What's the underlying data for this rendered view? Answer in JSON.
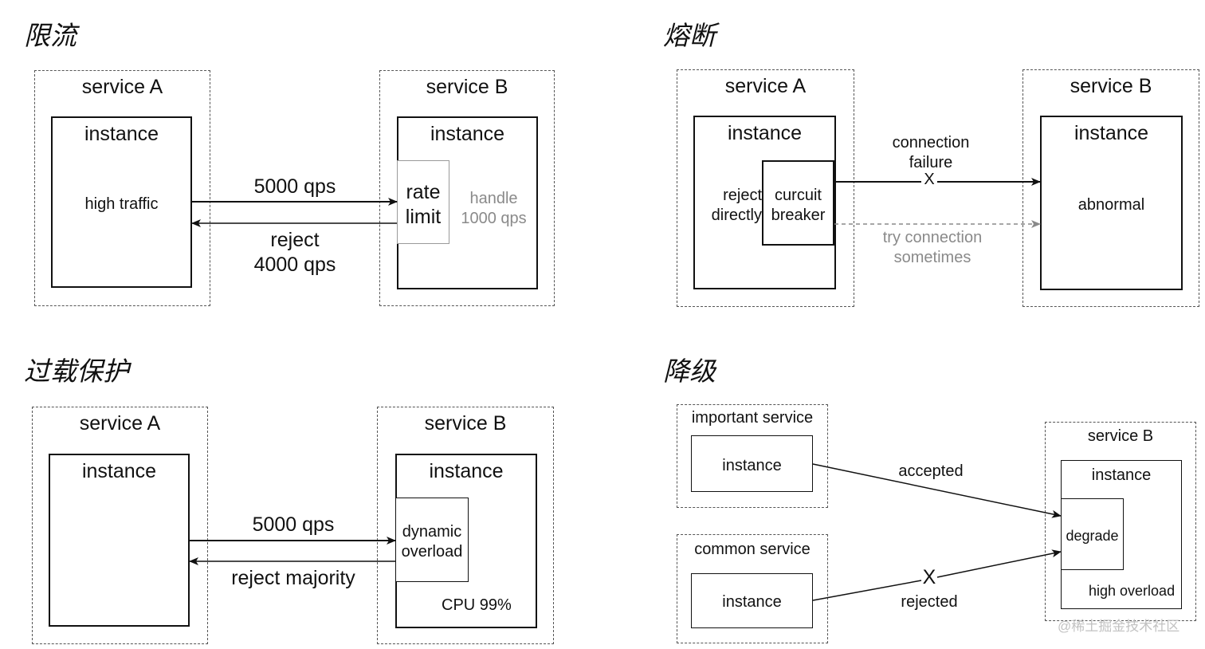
{
  "panels": {
    "rate_limit": {
      "title": "限流",
      "service_a": "service A",
      "instance_a": "instance",
      "high_traffic": "high traffic",
      "service_b": "service B",
      "instance_b": "instance",
      "rate_limit_box": "rate\nlimit",
      "handle": "handle\n1000 qps",
      "request_rate": "5000 qps",
      "reject": "reject\n4000 qps"
    },
    "circuit_breaker": {
      "title": "熔断",
      "service_a": "service A",
      "instance_a": "instance",
      "reject_directly": "reject\ndirectly",
      "breaker": "curcuit\nbreaker",
      "service_b": "service B",
      "instance_b": "instance",
      "abnormal": "abnormal",
      "connection_failure": "connection\nfailure",
      "fail_mark": "X",
      "try_connection": "try connection\nsometimes"
    },
    "overload_protection": {
      "title": "过载保护",
      "service_a": "service A",
      "instance_a": "instance",
      "service_b": "service B",
      "instance_b": "instance",
      "dynamic_overload": "dynamic\noverload",
      "cpu": "CPU 99%",
      "request_rate": "5000 qps",
      "reject": "reject majority"
    },
    "degradation": {
      "title": "降级",
      "important_service": "important service",
      "important_instance": "instance",
      "common_service": "common service",
      "common_instance": "instance",
      "service_b": "service B",
      "instance_b": "instance",
      "degrade": "degrade",
      "high_overload": "high overload",
      "accepted": "accepted",
      "rejected": "rejected",
      "reject_mark": "X"
    }
  },
  "watermark": "@稀土掘金技术社区",
  "colors": {
    "line": "#111111",
    "muted": "#8a8a8a",
    "dashed_border": "#555555"
  }
}
